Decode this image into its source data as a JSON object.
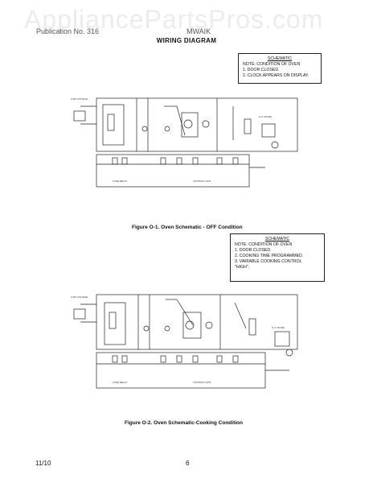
{
  "watermark": "AppliancePartsPros.com",
  "header": {
    "left": "Publication No. 316",
    "right": "MWAIK",
    "title": "WIRING DIAGRAM"
  },
  "schematic1": {
    "note": {
      "title": "SCHEMATIC",
      "lines": [
        "NOTE: CONDITION OF OVEN",
        "1.  DOOR CLOSED.",
        "2.  CLOCK APPEARS ON DISPLAY."
      ]
    },
    "caption": "Figure O-1.   Oven Schematic - OFF  Condition"
  },
  "schematic2": {
    "note": {
      "title": "SCHEMATIC",
      "lines": [
        "NOTE: CONDITION OF OVEN",
        "1.  DOOR CLOSED.",
        "2.  COOKING TIME PROGRAMMED.",
        "3.  VARIABLE COOKING CONTROL",
        "     \"HIGH\"."
      ]
    },
    "caption": "Figure O-2.   Oven Schematic-Cooking Condition"
  },
  "footer": {
    "date": "11/10",
    "page": "6"
  }
}
